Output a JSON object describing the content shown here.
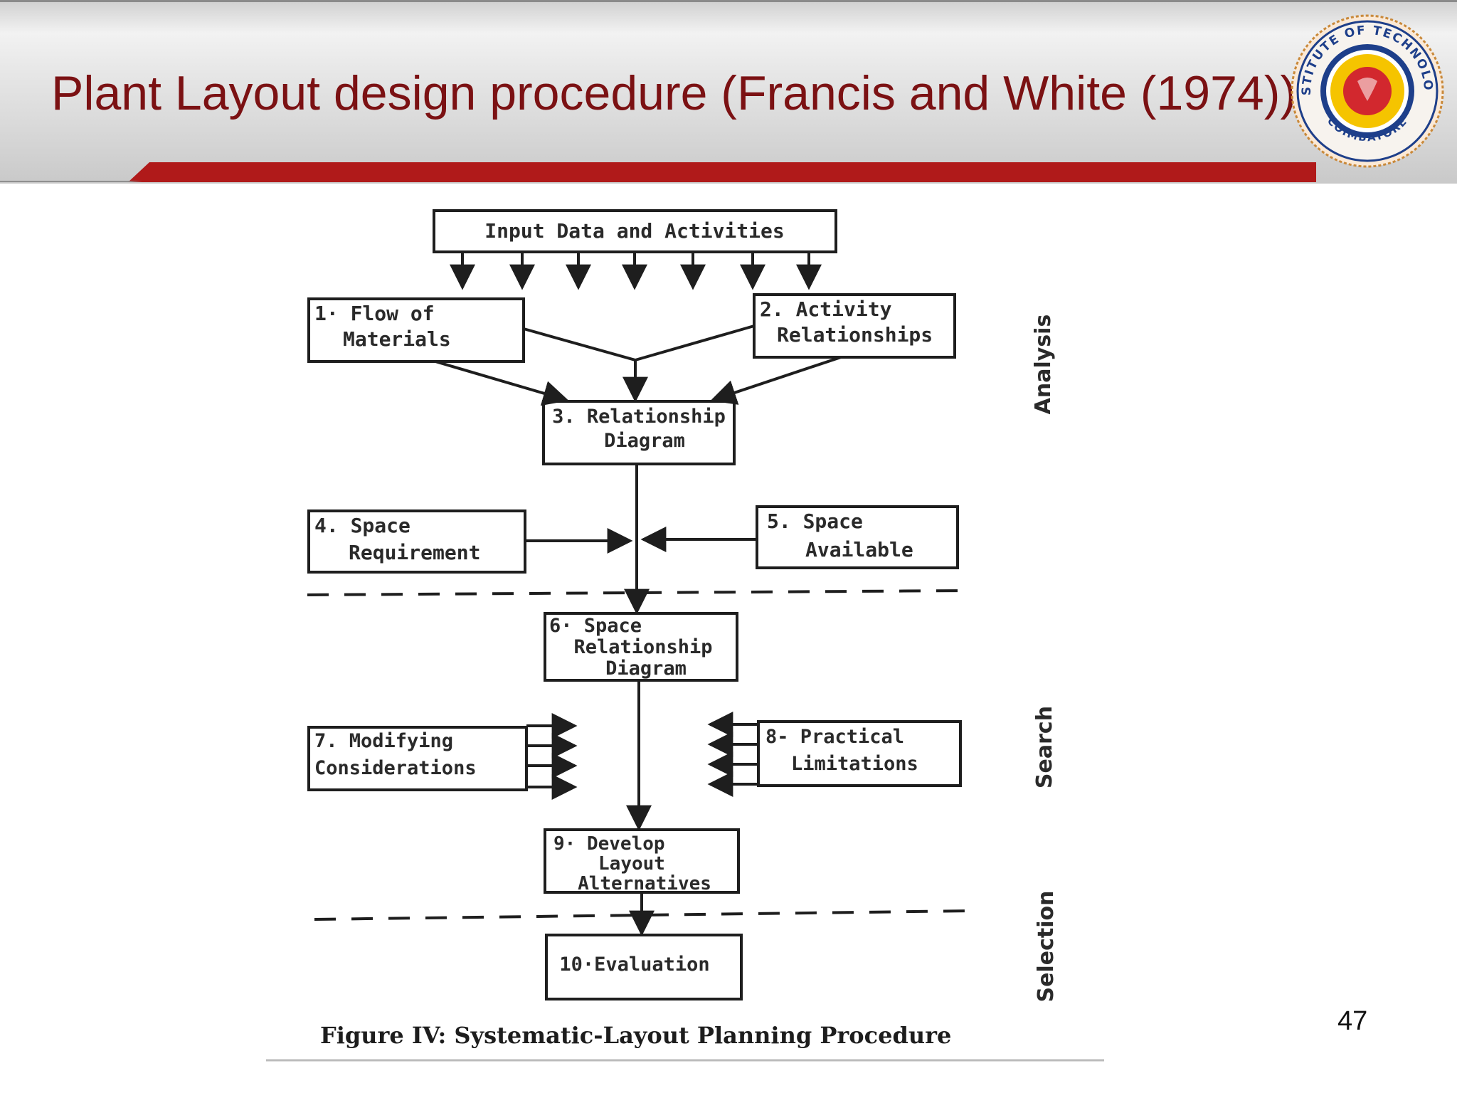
{
  "slide": {
    "title": "Plant Layout design procedure (Francis and White (1974))",
    "number": "47",
    "accent_color": "#b01a1a",
    "title_color": "#7b1113"
  },
  "logo": {
    "ring_text_top": "INSTITUTE OF TECHNOLOGY",
    "ring_text_bottom": "COIMBATORE"
  },
  "diagram": {
    "input": "Input  Data and Activities",
    "box1": {
      "line1": "1· Flow of",
      "line2": "Materials"
    },
    "box2": {
      "line1": "2. Activity",
      "line2": "Relationships"
    },
    "box3": {
      "line1": "3. Relationship",
      "line2": "Diagram"
    },
    "box4": {
      "line1": "4.    Space",
      "line2": "Requirement"
    },
    "box5": {
      "line1": "5.  Space",
      "line2": "Available"
    },
    "box6": {
      "line1": "6· Space",
      "line2": "Relationship",
      "line3": "Diagram"
    },
    "box7": {
      "line1": "7. Modifying",
      "line2": "Considerations"
    },
    "box8": {
      "line1": "8- Practical",
      "line2": "Limitations"
    },
    "box9": {
      "line1": "9· Develop",
      "line2": "Layout",
      "line3": "Alternatives"
    },
    "box10": {
      "line1": "10·Evaluation"
    },
    "phases": [
      "Analysis",
      "Search",
      "Selection"
    ],
    "caption": "Figure IV: Systematic-Layout Planning Procedure"
  }
}
